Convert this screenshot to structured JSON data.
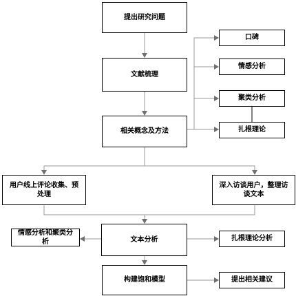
{
  "nodes": {
    "research_question": "提出研究问题",
    "literature_review": "文献梳理",
    "word_of_mouth": "口碑",
    "sentiment_analysis": "情感分析",
    "cluster_analysis": "聚类分析",
    "grounded_theory": "扎根理论",
    "related_concepts": "相关概念及方法",
    "online_reviews": "用户线上评论收集、预处理",
    "user_interviews": "深入访谈用户，整理访谈文本",
    "sentiment_cluster": "情感分析和聚类分析",
    "text_analysis": "文本分析",
    "grounded_theory_analysis": "扎根理论分析",
    "build_model": "构建饱和模型",
    "suggestions": "提出相关建议"
  },
  "colors": {
    "node_border": "#000000",
    "connector": "#9a9a9a",
    "arrowhead": "#707070"
  }
}
